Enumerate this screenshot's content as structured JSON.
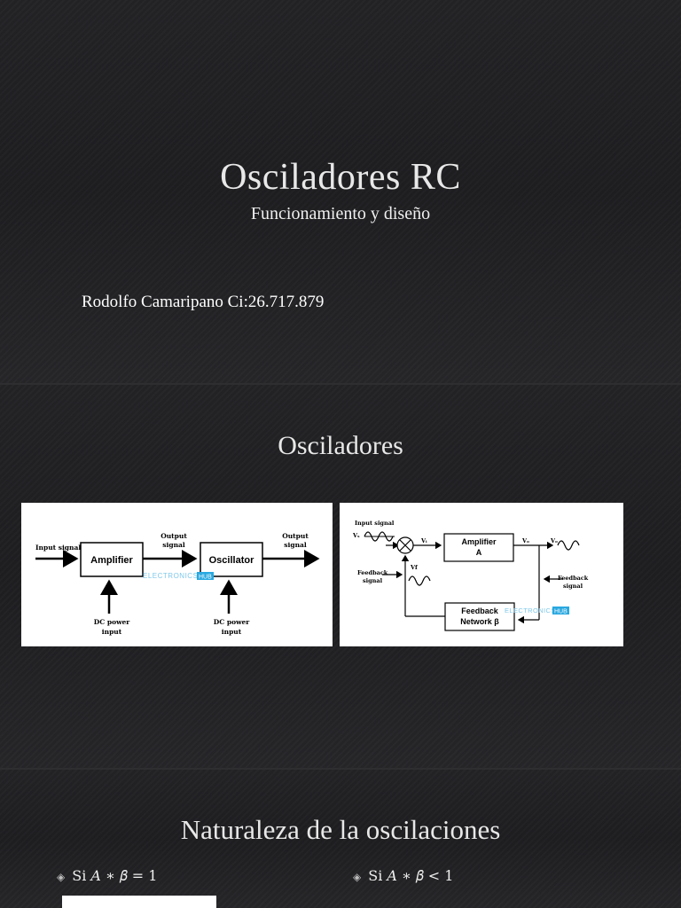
{
  "slide1": {
    "title": "Osciladores RC",
    "subtitle": "Funcionamiento y diseño",
    "author": "Rodolfo Camaripano Ci:26.717.879"
  },
  "slide2": {
    "title": "Osciladores",
    "diagram_a": {
      "input_signal": "Input signal",
      "amplifier": "Amplifier",
      "output_signal_1": "Output",
      "output_signal_2": "signal",
      "oscillator": "Oscillator",
      "output2_1": "Output",
      "output2_2": "signal",
      "dc1_1": "DC power",
      "dc1_2": "input",
      "dc2_1": "DC power",
      "dc2_2": "input",
      "watermark_a": "ELECTRONICS",
      "watermark_b": "HUB"
    },
    "diagram_b": {
      "input_signal": "Input signal",
      "vs": "Vₛ",
      "vi": "Vᵢ",
      "amp_1": "Amplifier",
      "amp_2": "A",
      "vo_mid": "Vₒ",
      "vo_out": "Vₒ",
      "vf": "Vf",
      "feedback_signal_l1": "Feedback",
      "feedback_signal_l2": "signal",
      "feedback_signal_r1": "Feedback",
      "feedback_signal_r2": "signal",
      "fb_net_1": "Feedback",
      "fb_net_2": "Network β",
      "watermark_a": "ELECTRONICS",
      "watermark_b": "HUB"
    }
  },
  "slide3": {
    "title": "Naturaleza de la oscilaciones",
    "bullets": [
      {
        "icon": "diamond-bullet-icon",
        "text": "Si 𝐴 ∗ 𝛽 = 1"
      },
      {
        "icon": "diamond-bullet-icon",
        "text": "Si 𝐴 ∗ 𝛽 < 1"
      }
    ]
  },
  "colors": {
    "background": "#1c1c1e",
    "text": "#f2f2f2",
    "watermark": "#29a8e0"
  }
}
